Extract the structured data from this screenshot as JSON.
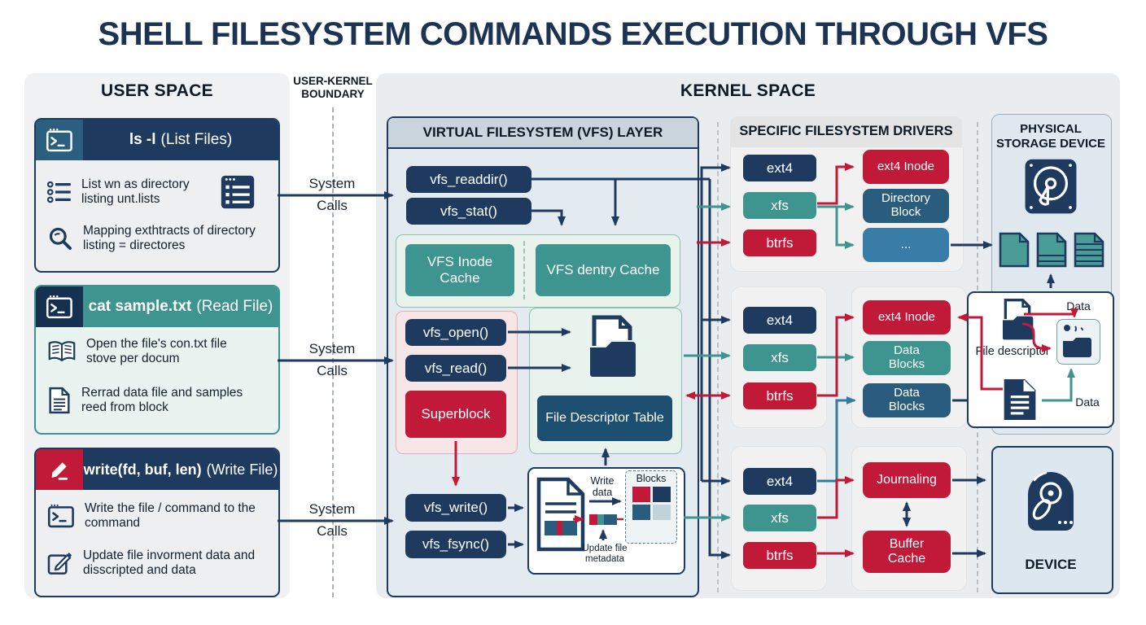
{
  "title": "SHELL FILESYSTEM COMMANDS EXECUTION THROUGH VFS",
  "user_space": {
    "title": "USER SPACE",
    "cards": [
      {
        "cmd": "ls -l",
        "suffix": "(List Files)",
        "item1": "List wn as directory listing unt.lists",
        "item2": "Mapping exthtracts of directory listing = directores"
      },
      {
        "cmd": "cat sample.txt",
        "suffix": "(Read File)",
        "item1": "Open the file's con.txt file stove per docum",
        "item2": "Rerrad data file and samples reed from block"
      },
      {
        "cmd": "write(fd, buf, len)",
        "suffix": "(Write File)",
        "item1": "Write the file / command to the command",
        "item2": "Update file invorment data and disscripted and data"
      }
    ]
  },
  "boundary": {
    "label": "USER-KERNEL BOUNDARY",
    "system_calls": "System Calls"
  },
  "kernel": {
    "title": "KERNEL SPACE",
    "vfs": {
      "title": "VIRTUAL FILESYSTEM (VFS) LAYER",
      "readdir": "vfs_readdir()",
      "stat": "vfs_stat()",
      "open": "vfs_open()",
      "read": "vfs_read()",
      "write": "vfs_write()",
      "fsync": "vfs_fsync()",
      "inode_cache": "VFS Inode Cache",
      "dentry_cache": "VFS dentry Cache",
      "superblock": "Superblock",
      "fd_table": "File Descriptor Table",
      "write_flow": {
        "write_data": "Write data",
        "blocks": "Blocks",
        "update": "Update file metadata"
      }
    },
    "drivers": {
      "title": "SPECIFIC FILESYSTEM DRIVERS",
      "fs": [
        "ext4",
        "xfs",
        "btrfs"
      ],
      "row1": [
        "ext4 Inode",
        "Directory Block",
        "..."
      ],
      "row2": [
        "ext4 Inode",
        "Data Blocks",
        "Data Blocks"
      ],
      "row3": [
        "Journaling",
        "Buffer Cache"
      ]
    },
    "storage": {
      "title": "PHYSICAL STORAGE DEVICE",
      "file_descriptor": "File descriptor",
      "data": "Data",
      "device": "DEVICE"
    }
  },
  "colors": {
    "navy": "#1e3a5f",
    "teal": "#3e948f",
    "red": "#c01a38",
    "steel": "#2a5d7d",
    "blue": "#3a7ca8"
  }
}
